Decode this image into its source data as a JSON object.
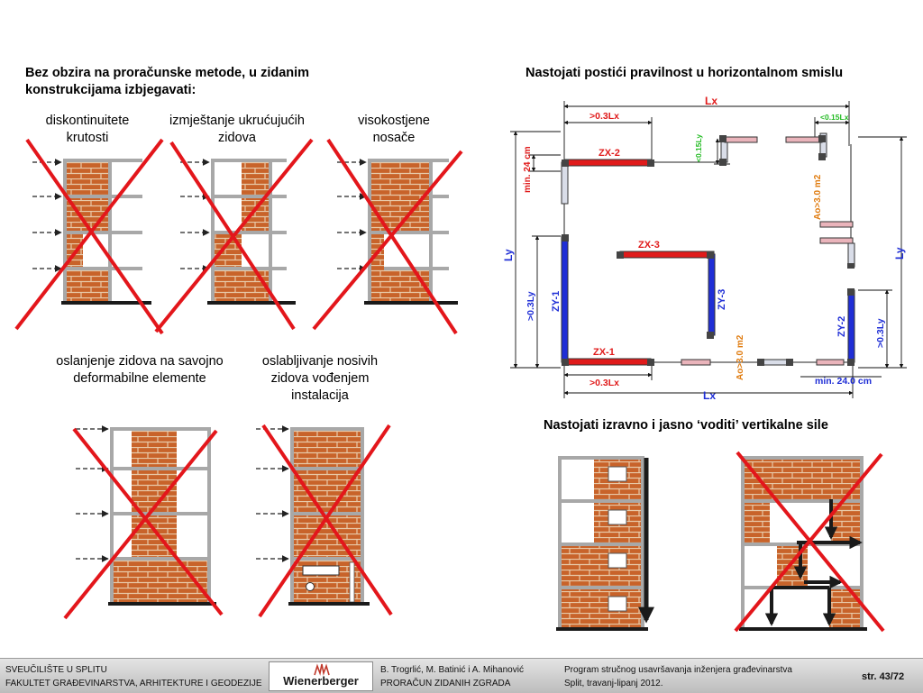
{
  "left_heading": "Bez obzira na proračunske metode, u zidanim konstrukcijama izbjegavati:",
  "right_heading": "Nastojati postići pravilnost u horizontalnom smislu",
  "vertical_heading": "Nastojati izravno i jasno ‘voditi’ vertikalne sile",
  "captions": {
    "c1": "diskontinuitete krutosti",
    "c2": "izmještanje ukrućujućih zidova",
    "c3": "visokostjene nosače",
    "c4": "oslanjenje zidova na savojno deformabilne elemente",
    "c5": "oslabljivanje nosivih zidova vođenjem instalacija"
  },
  "plan": {
    "lx_top": "Lx",
    "lx_bottom": "Lx",
    "ly_left": "Ly",
    "ly_right": "Ly",
    "gt03lx_top": ">0.3Lx",
    "gt03lx_bottom": ">0.3Lx",
    "lt015lx": "<0.15Lx",
    "lt015ly": "<0.15Ly",
    "min24cm": "min. 24 cm",
    "min24cm_bottom": "min. 24.0 cm",
    "ao_top": "Ao>3.0 m2",
    "ao_bottom": "Ao>3.0 m2",
    "gt03ly_left": ">0.3Ly",
    "gt03ly_right": ">0.3Ly",
    "zx1": "ZX-1",
    "zx2": "ZX-2",
    "zx3": "ZX-3",
    "zy1": "ZY-1",
    "zy2": "ZY-2",
    "zy3": "ZY-3"
  },
  "footer": {
    "university": "SVEUČILIŠTE U SPLITU",
    "faculty": "FAKULTET GRAĐEVINARSTVA, ARHITEKTURE I GEODEZIJE",
    "logo": "Wienerberger",
    "authors": "B. Trogrlić, M. Batinić i A. Mihanović",
    "course": "PRORAČUN ZIDANIH ZGRADA",
    "program": "Program stručnog usavršavanja inženjera građevinarstva",
    "place_date": "Split, travanj-lipanj 2012.",
    "page": "str. 43/72"
  },
  "colors": {
    "brick": "#c8632a",
    "mortar": "#e8c9a8",
    "frame": "#a8a8a8",
    "cross": "#e3161b",
    "wall_x": "#e01b1b",
    "wall_y": "#1f2ed6",
    "wall_light": "#eab4bb",
    "dim_red": "#e01b1b",
    "dim_blue": "#1f2ed6",
    "dim_orange": "#e07c10",
    "dim_green": "#22bb22"
  }
}
